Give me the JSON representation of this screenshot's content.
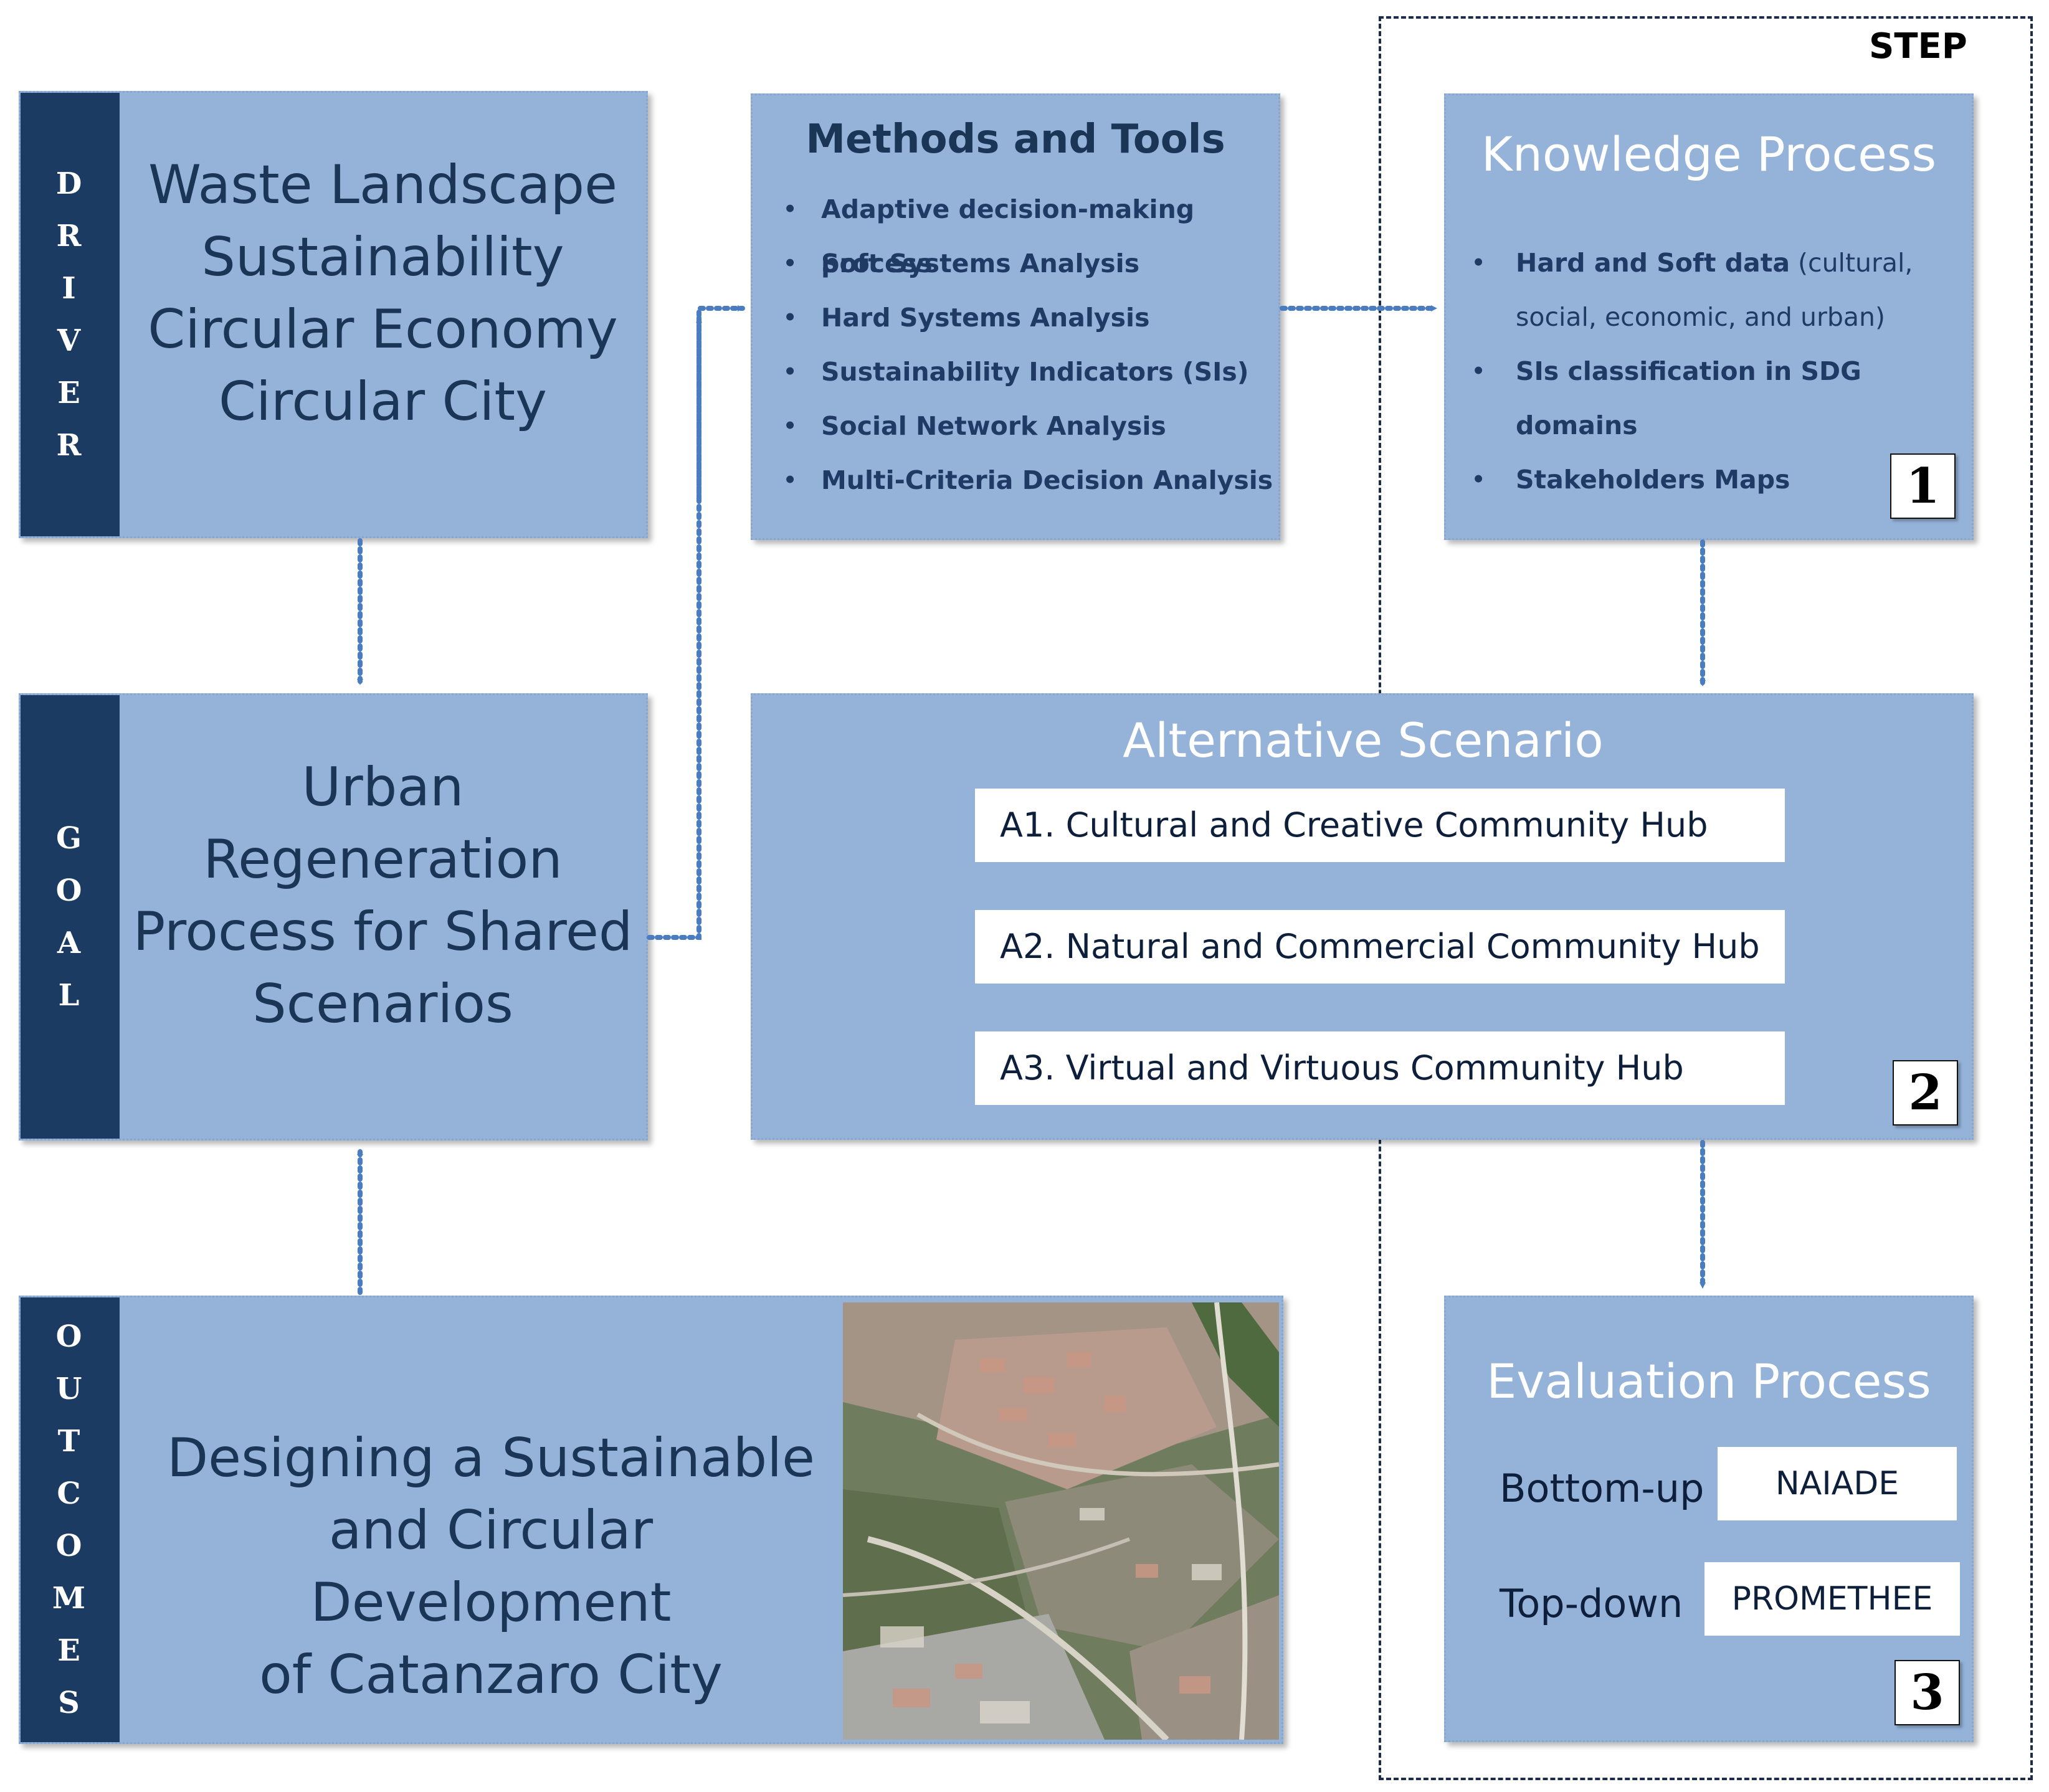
{
  "step_label": "STEP",
  "driver": {
    "side_letters": [
      "D",
      "R",
      "I",
      "V",
      "E",
      "R"
    ],
    "lines": [
      "Waste Landscape",
      "Sustainability",
      "Circular Economy",
      "Circular City"
    ]
  },
  "goal": {
    "side_letters": [
      "G",
      "O",
      "A",
      "L"
    ],
    "lines": [
      "Urban",
      "Regeneration",
      "Process for Shared",
      "Scenarios"
    ]
  },
  "outcomes": {
    "side_letters": [
      "O",
      "U",
      "T",
      "C",
      "O",
      "M",
      "E",
      "S"
    ],
    "lines": [
      "Designing a Sustainable",
      "and Circular Development",
      "of Catanzaro City"
    ]
  },
  "methods": {
    "title": "Methods and Tools",
    "items": [
      "Adaptive decision-making process",
      "Soft Systems Analysis",
      "Hard Systems Analysis",
      "Sustainability Indicators (SIs)",
      "Social Network Analysis",
      "Multi-Criteria Decision Analysis"
    ]
  },
  "knowledge": {
    "title": "Knowledge Process",
    "item1_bold": "Hard and Soft data",
    "item1_rest_a": " (cultural,",
    "item1_rest_b": "social, economic, and urban)",
    "item2": "SIs classification in SDG domains",
    "item3": "Stakeholders Maps",
    "number": "1"
  },
  "alternative": {
    "title": "Alternative Scenario",
    "scenarios": [
      "A1. Cultural and Creative Community Hub",
      "A2. Natural and Commercial Community Hub",
      "A3. Virtual and Virtuous Community Hub"
    ],
    "number": "2"
  },
  "evaluation": {
    "title": "Evaluation Process",
    "bottom_up_label": "Bottom-up",
    "bottom_up_method": "NAIADE",
    "top_down_label": "Top-down",
    "top_down_method": "PROMETHEE",
    "number": "3"
  },
  "colors": {
    "box_fill": "#95b3d9",
    "side_bar": "#1b3b63",
    "arrow": "#4a7cc0",
    "dark_text": "#1b3556"
  }
}
